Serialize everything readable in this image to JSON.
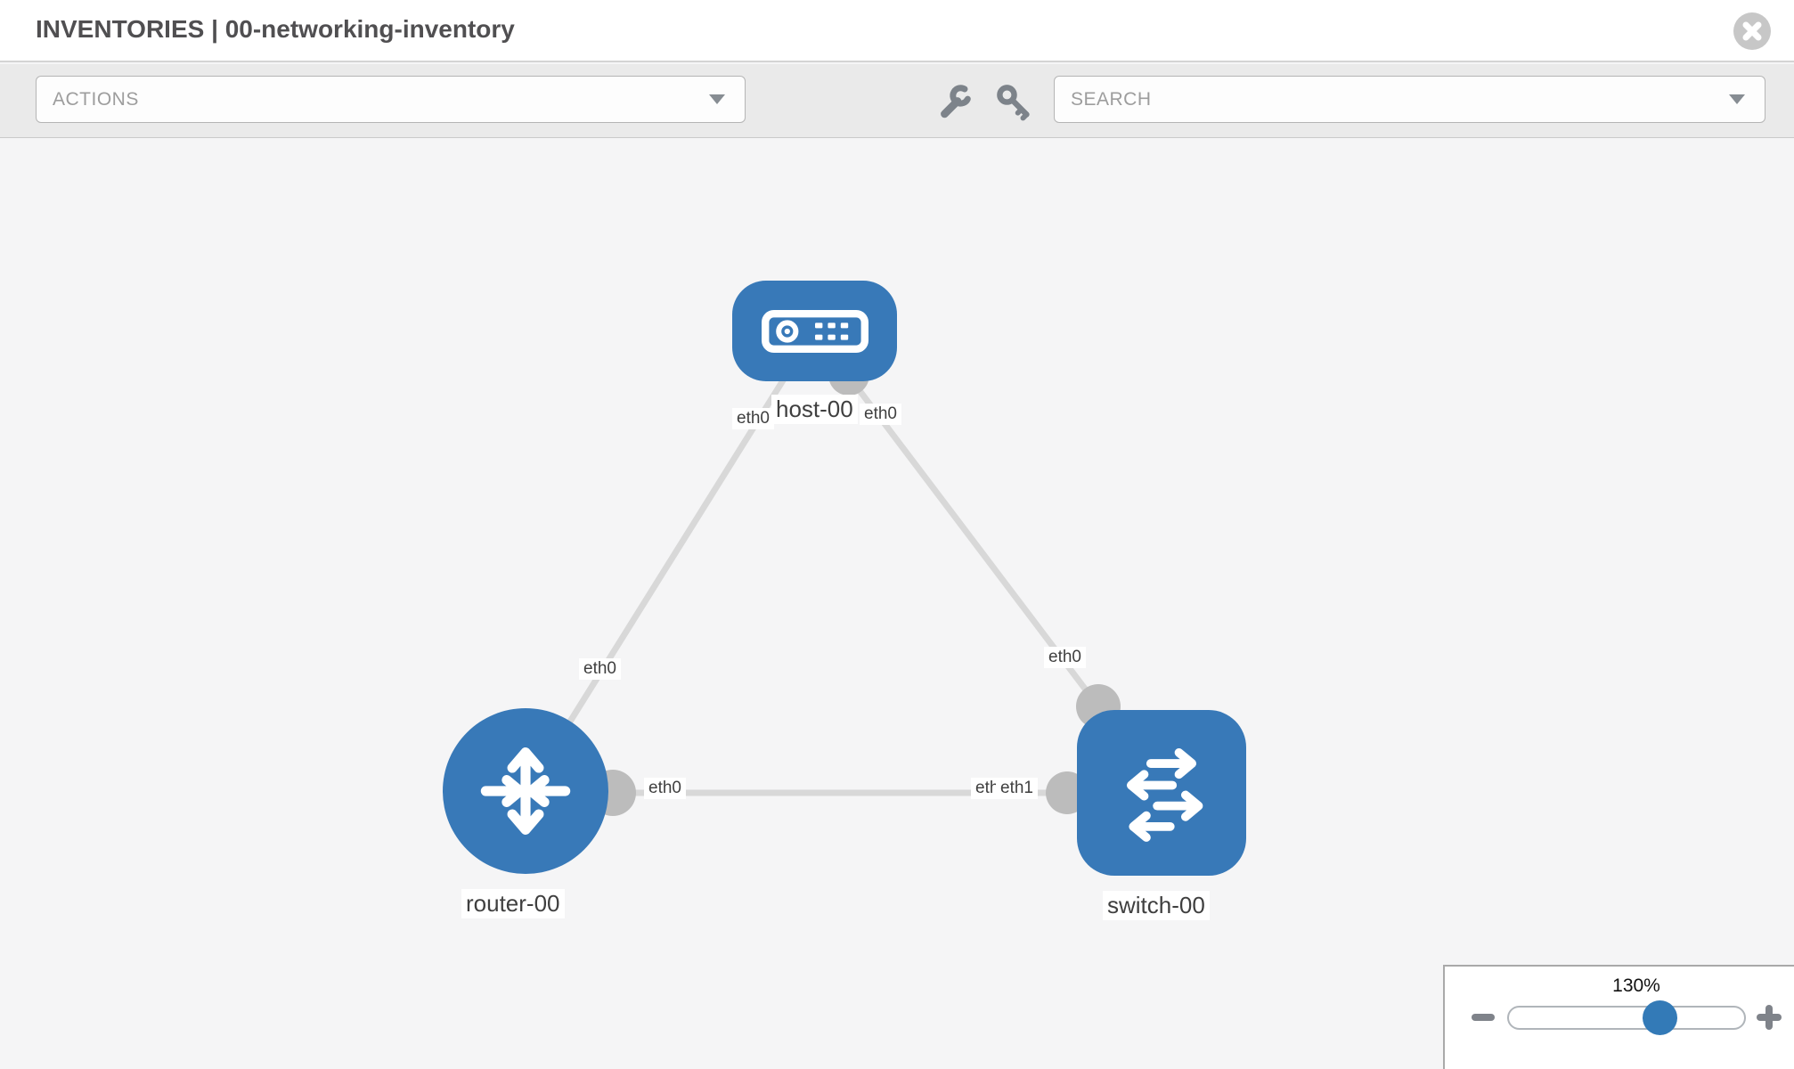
{
  "header": {
    "title": "INVENTORIES | 00-networking-inventory"
  },
  "toolbar": {
    "actions": {
      "placeholder": "ACTIONS"
    },
    "search": {
      "placeholder": "SEARCH"
    },
    "icons": [
      "wrench",
      "key"
    ]
  },
  "topology": {
    "nodes": [
      {
        "id": "host-00",
        "type": "host",
        "label": "host-00",
        "interfaces": {
          "left": "eth0",
          "right": "eth0"
        }
      },
      {
        "id": "router-00",
        "type": "router",
        "label": "router-00",
        "interface": "eth0"
      },
      {
        "id": "switch-00",
        "type": "switch",
        "label": "switch-00",
        "interfaces_overlap": {
          "back": "eth0",
          "front": "eth1"
        }
      }
    ],
    "links": [
      {
        "from": "host-00",
        "to": "router-00",
        "mid_label": "eth0"
      },
      {
        "from": "host-00",
        "to": "switch-00",
        "mid_label": "eth0"
      },
      {
        "from": "router-00",
        "to": "switch-00"
      }
    ]
  },
  "zoom_control": {
    "level": "130%"
  },
  "colors": {
    "node_blue": "#3879b8",
    "link_gray": "#d8d8d8",
    "connector_gray": "#bcbcbc",
    "label_text": "#3f3f3f"
  }
}
